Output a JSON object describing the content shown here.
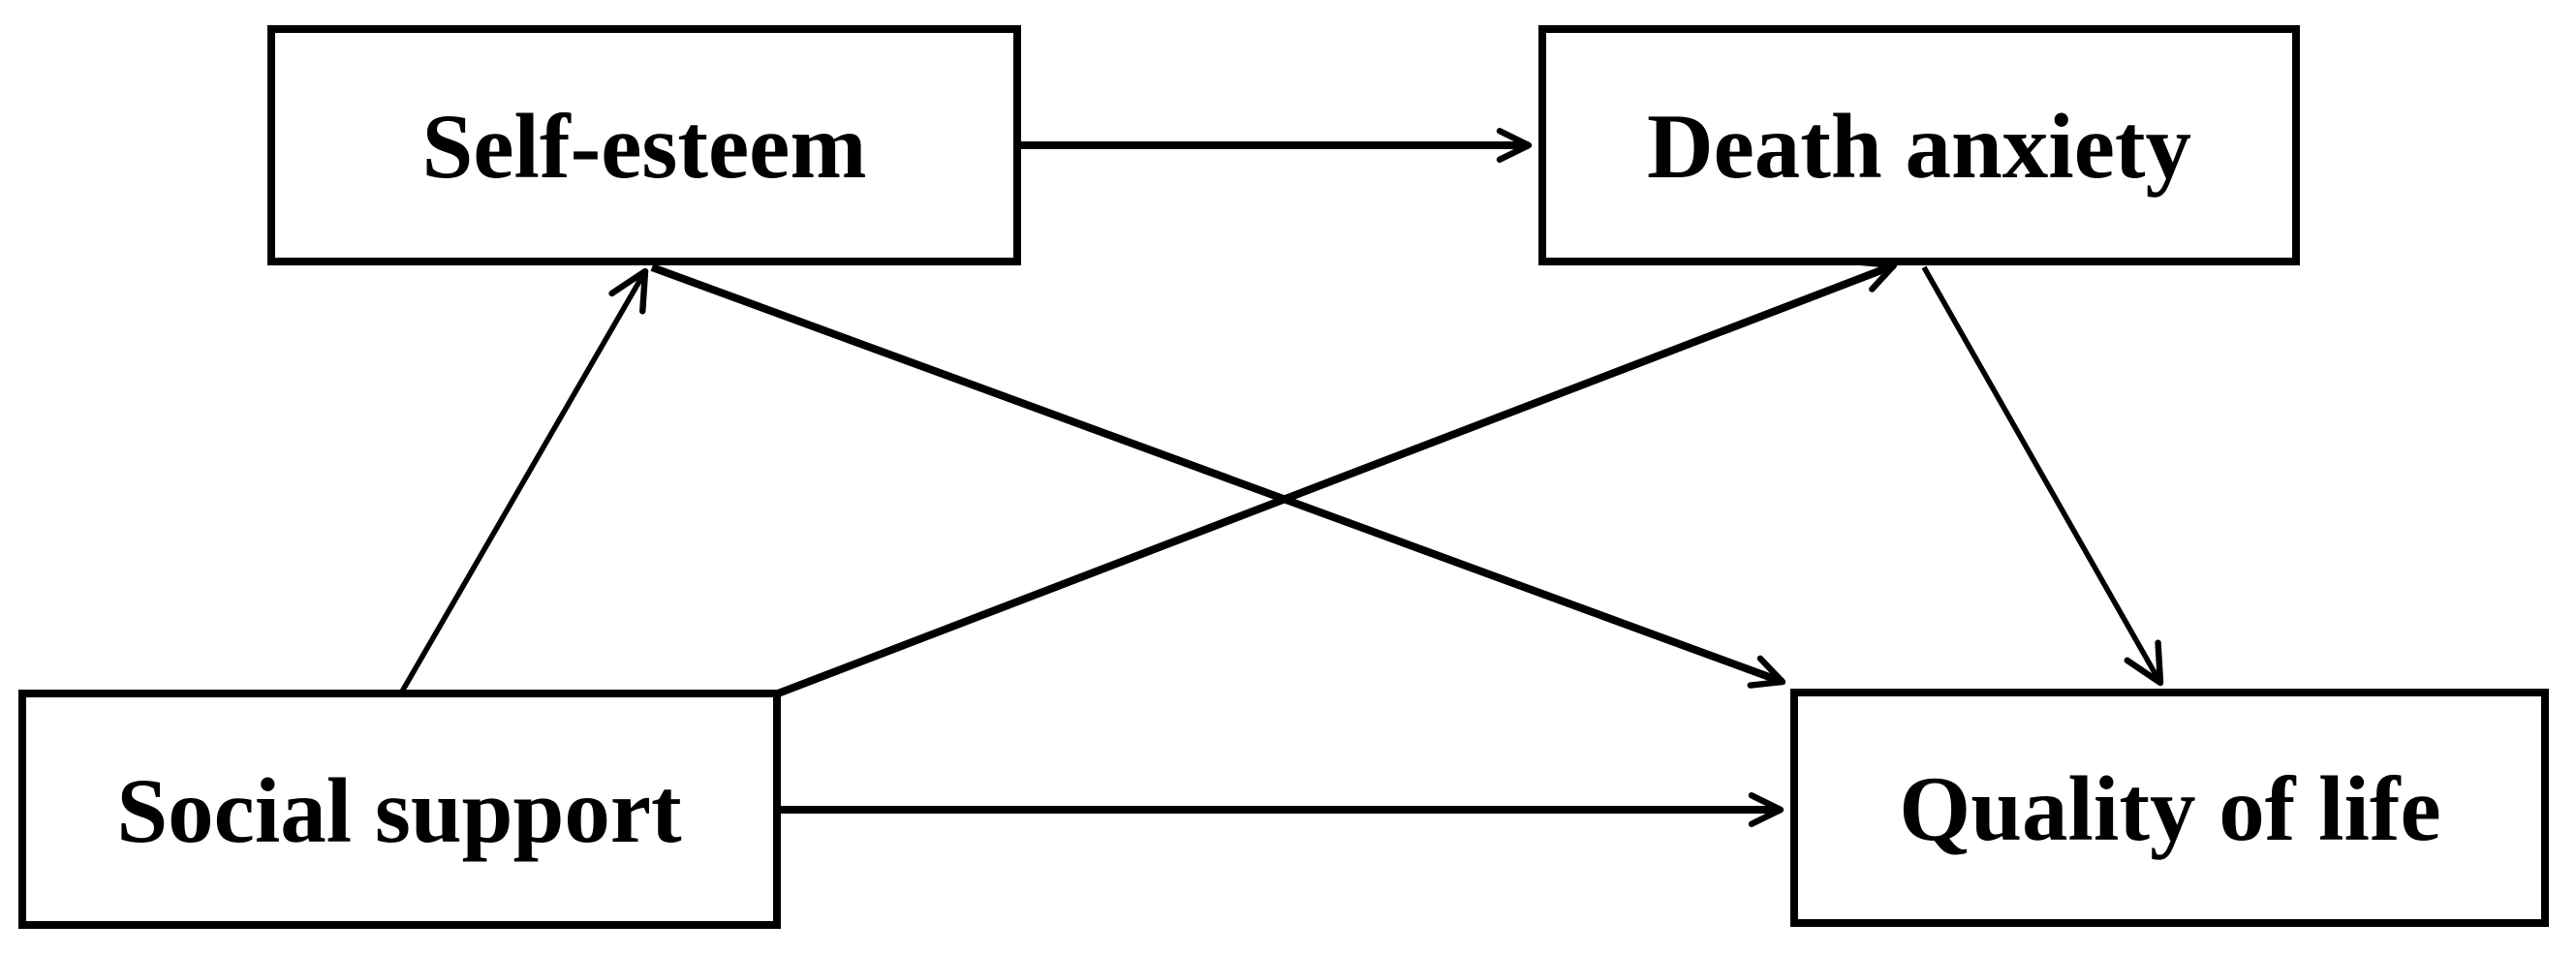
{
  "diagram": {
    "type": "path-model",
    "background_color": "#ffffff",
    "stroke_color": "#000000",
    "box_fill_color": "#ffffff",
    "nodes": [
      {
        "id": "self-esteem",
        "label": "Self-esteem",
        "position": "top-left"
      },
      {
        "id": "death-anxiety",
        "label": "Death anxiety",
        "position": "top-right"
      },
      {
        "id": "social-support",
        "label": "Social support",
        "position": "bottom-left"
      },
      {
        "id": "quality-of-life",
        "label": "Quality of life",
        "position": "bottom-right"
      }
    ],
    "edges": [
      {
        "from": "self-esteem",
        "to": "death-anxiety",
        "style": "straight-arrow"
      },
      {
        "from": "social-support",
        "to": "self-esteem",
        "style": "straight-arrow"
      },
      {
        "from": "social-support",
        "to": "death-anxiety",
        "style": "straight-arrow"
      },
      {
        "from": "self-esteem",
        "to": "quality-of-life",
        "style": "straight-arrow"
      },
      {
        "from": "death-anxiety",
        "to": "quality-of-life",
        "style": "straight-arrow"
      },
      {
        "from": "social-support",
        "to": "quality-of-life",
        "style": "straight-arrow"
      }
    ]
  }
}
